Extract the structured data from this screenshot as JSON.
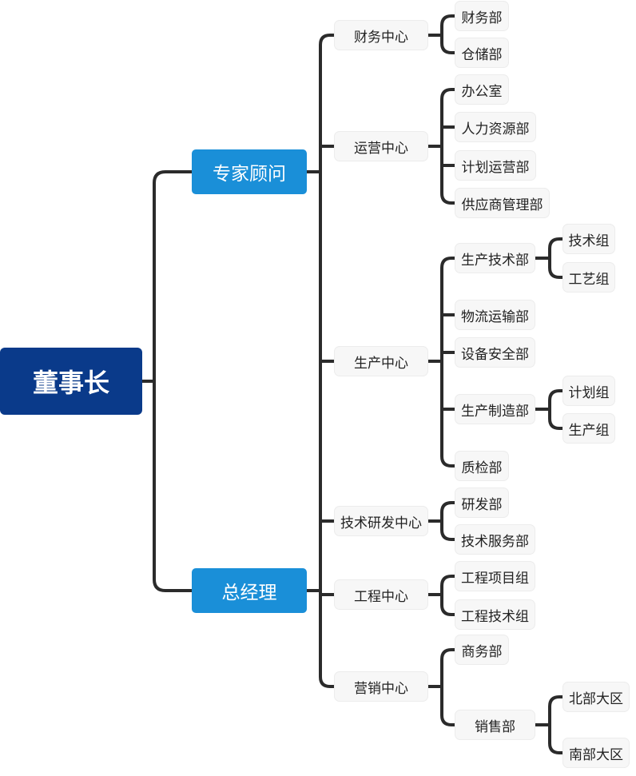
{
  "root": {
    "label": "董事长"
  },
  "advisor": {
    "label": "专家顾问"
  },
  "gm": {
    "label": "总经理"
  },
  "centers": {
    "finance": {
      "label": "财务中心",
      "children": [
        "财务部",
        "仓储部"
      ]
    },
    "operations": {
      "label": "运营中心",
      "children": [
        "办公室",
        "人力资源部",
        "计划运营部",
        "供应商管理部"
      ]
    },
    "production": {
      "label": "生产中心",
      "tech_dept": {
        "label": "生产技术部",
        "children": [
          "技术组",
          "工艺组"
        ]
      },
      "logistics": "物流运输部",
      "equipment": "设备安全部",
      "manufacturing": {
        "label": "生产制造部",
        "children": [
          "计划组",
          "生产组"
        ]
      },
      "quality": "质检部"
    },
    "rnd": {
      "label": "技术研发中心",
      "children": [
        "研发部",
        "技术服务部"
      ]
    },
    "engineering": {
      "label": "工程中心",
      "children": [
        "工程项目组",
        "工程技术组"
      ]
    },
    "marketing": {
      "label": "营销中心",
      "business": "商务部",
      "sales": {
        "label": "销售部",
        "children": [
          "北部大区",
          "南部大区"
        ]
      }
    }
  }
}
